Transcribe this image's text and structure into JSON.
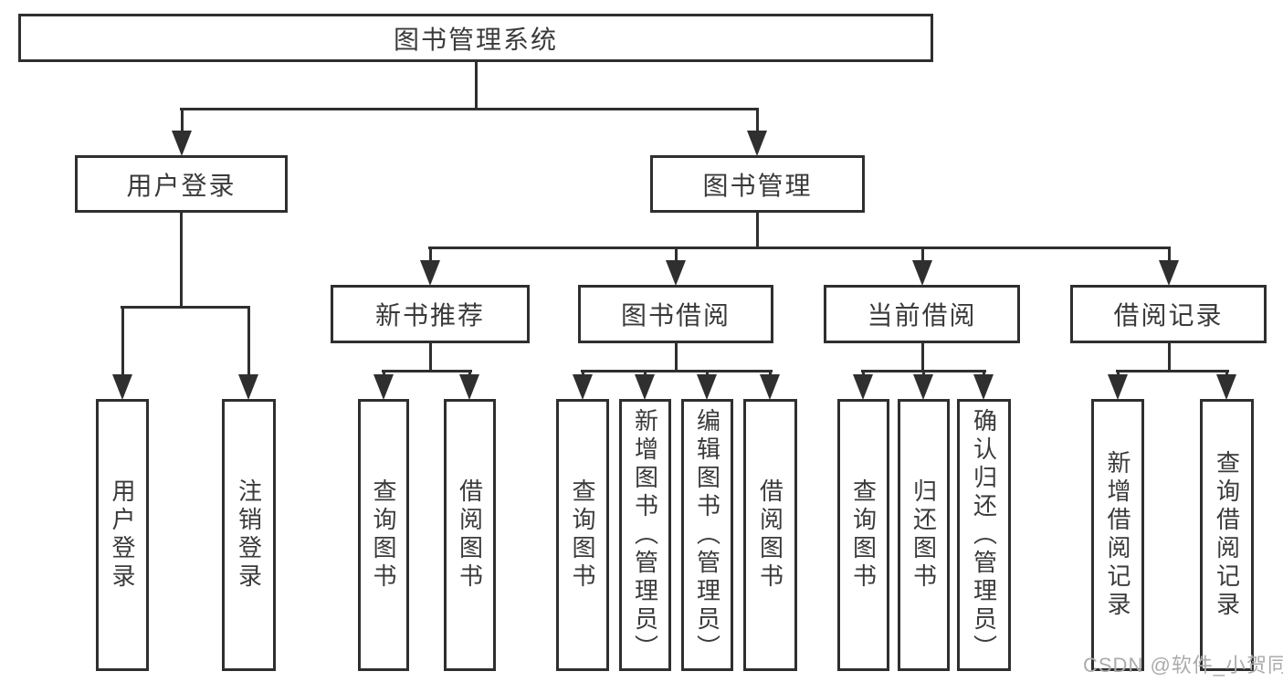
{
  "diagram_type": "hierarchy-tree",
  "tree": {
    "root": {
      "label": "图书管理系统",
      "children": [
        {
          "label": "用户登录",
          "children": [
            {
              "label": "用户登录"
            },
            {
              "label": "注销登录"
            }
          ]
        },
        {
          "label": "图书管理",
          "children": [
            {
              "label": "新书推荐",
              "children": [
                {
                  "label": "查询图书"
                },
                {
                  "label": "借阅图书"
                }
              ]
            },
            {
              "label": "图书借阅",
              "children": [
                {
                  "label": "查询图书"
                },
                {
                  "label": "新增图书（管理员）"
                },
                {
                  "label": "编辑图书（管理员）"
                },
                {
                  "label": "借阅图书"
                }
              ]
            },
            {
              "label": "当前借阅",
              "children": [
                {
                  "label": "查询图书"
                },
                {
                  "label": "归还图书"
                },
                {
                  "label": "确认归还（管理员）"
                }
              ]
            },
            {
              "label": "借阅记录",
              "children": [
                {
                  "label": "新增借阅记录"
                },
                {
                  "label": "查询借阅记录"
                }
              ]
            }
          ]
        }
      ]
    }
  },
  "watermark": {
    "text": "CSDN @软件_小贺同学"
  },
  "colors": {
    "line": "#2f2f2f",
    "text": "#3a3a3a",
    "background": "#ffffff",
    "watermark": "#ababab"
  }
}
